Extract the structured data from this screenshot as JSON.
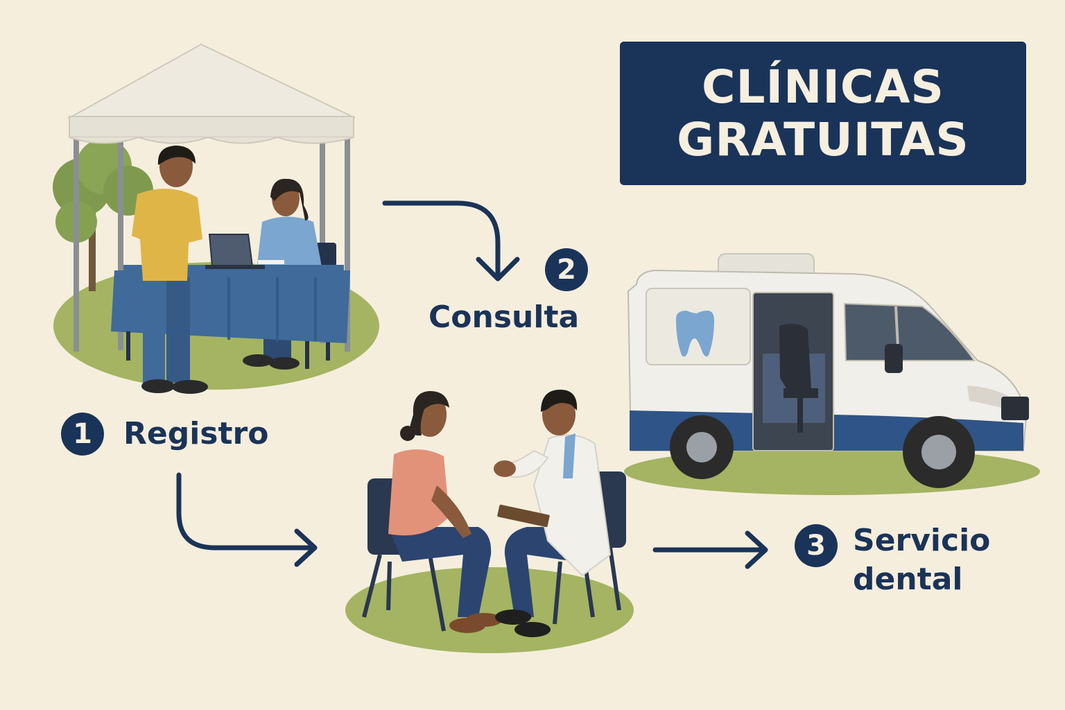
{
  "title": {
    "line1": "CLÍNICAS",
    "line2": "GRATUITAS"
  },
  "steps": [
    {
      "number": "1",
      "label": "Registro"
    },
    {
      "number": "2",
      "label": "Consulta"
    },
    {
      "number": "3",
      "label": "Servicio dental"
    }
  ],
  "colors": {
    "background": "#f5eedd",
    "navy": "#1a3358",
    "grass": "#9fae5c",
    "tablecloth": "#3f6a9a",
    "shirt_yellow": "#e0b548",
    "shirt_salmon": "#e3927a",
    "scrubs": "#7ba6cf"
  }
}
